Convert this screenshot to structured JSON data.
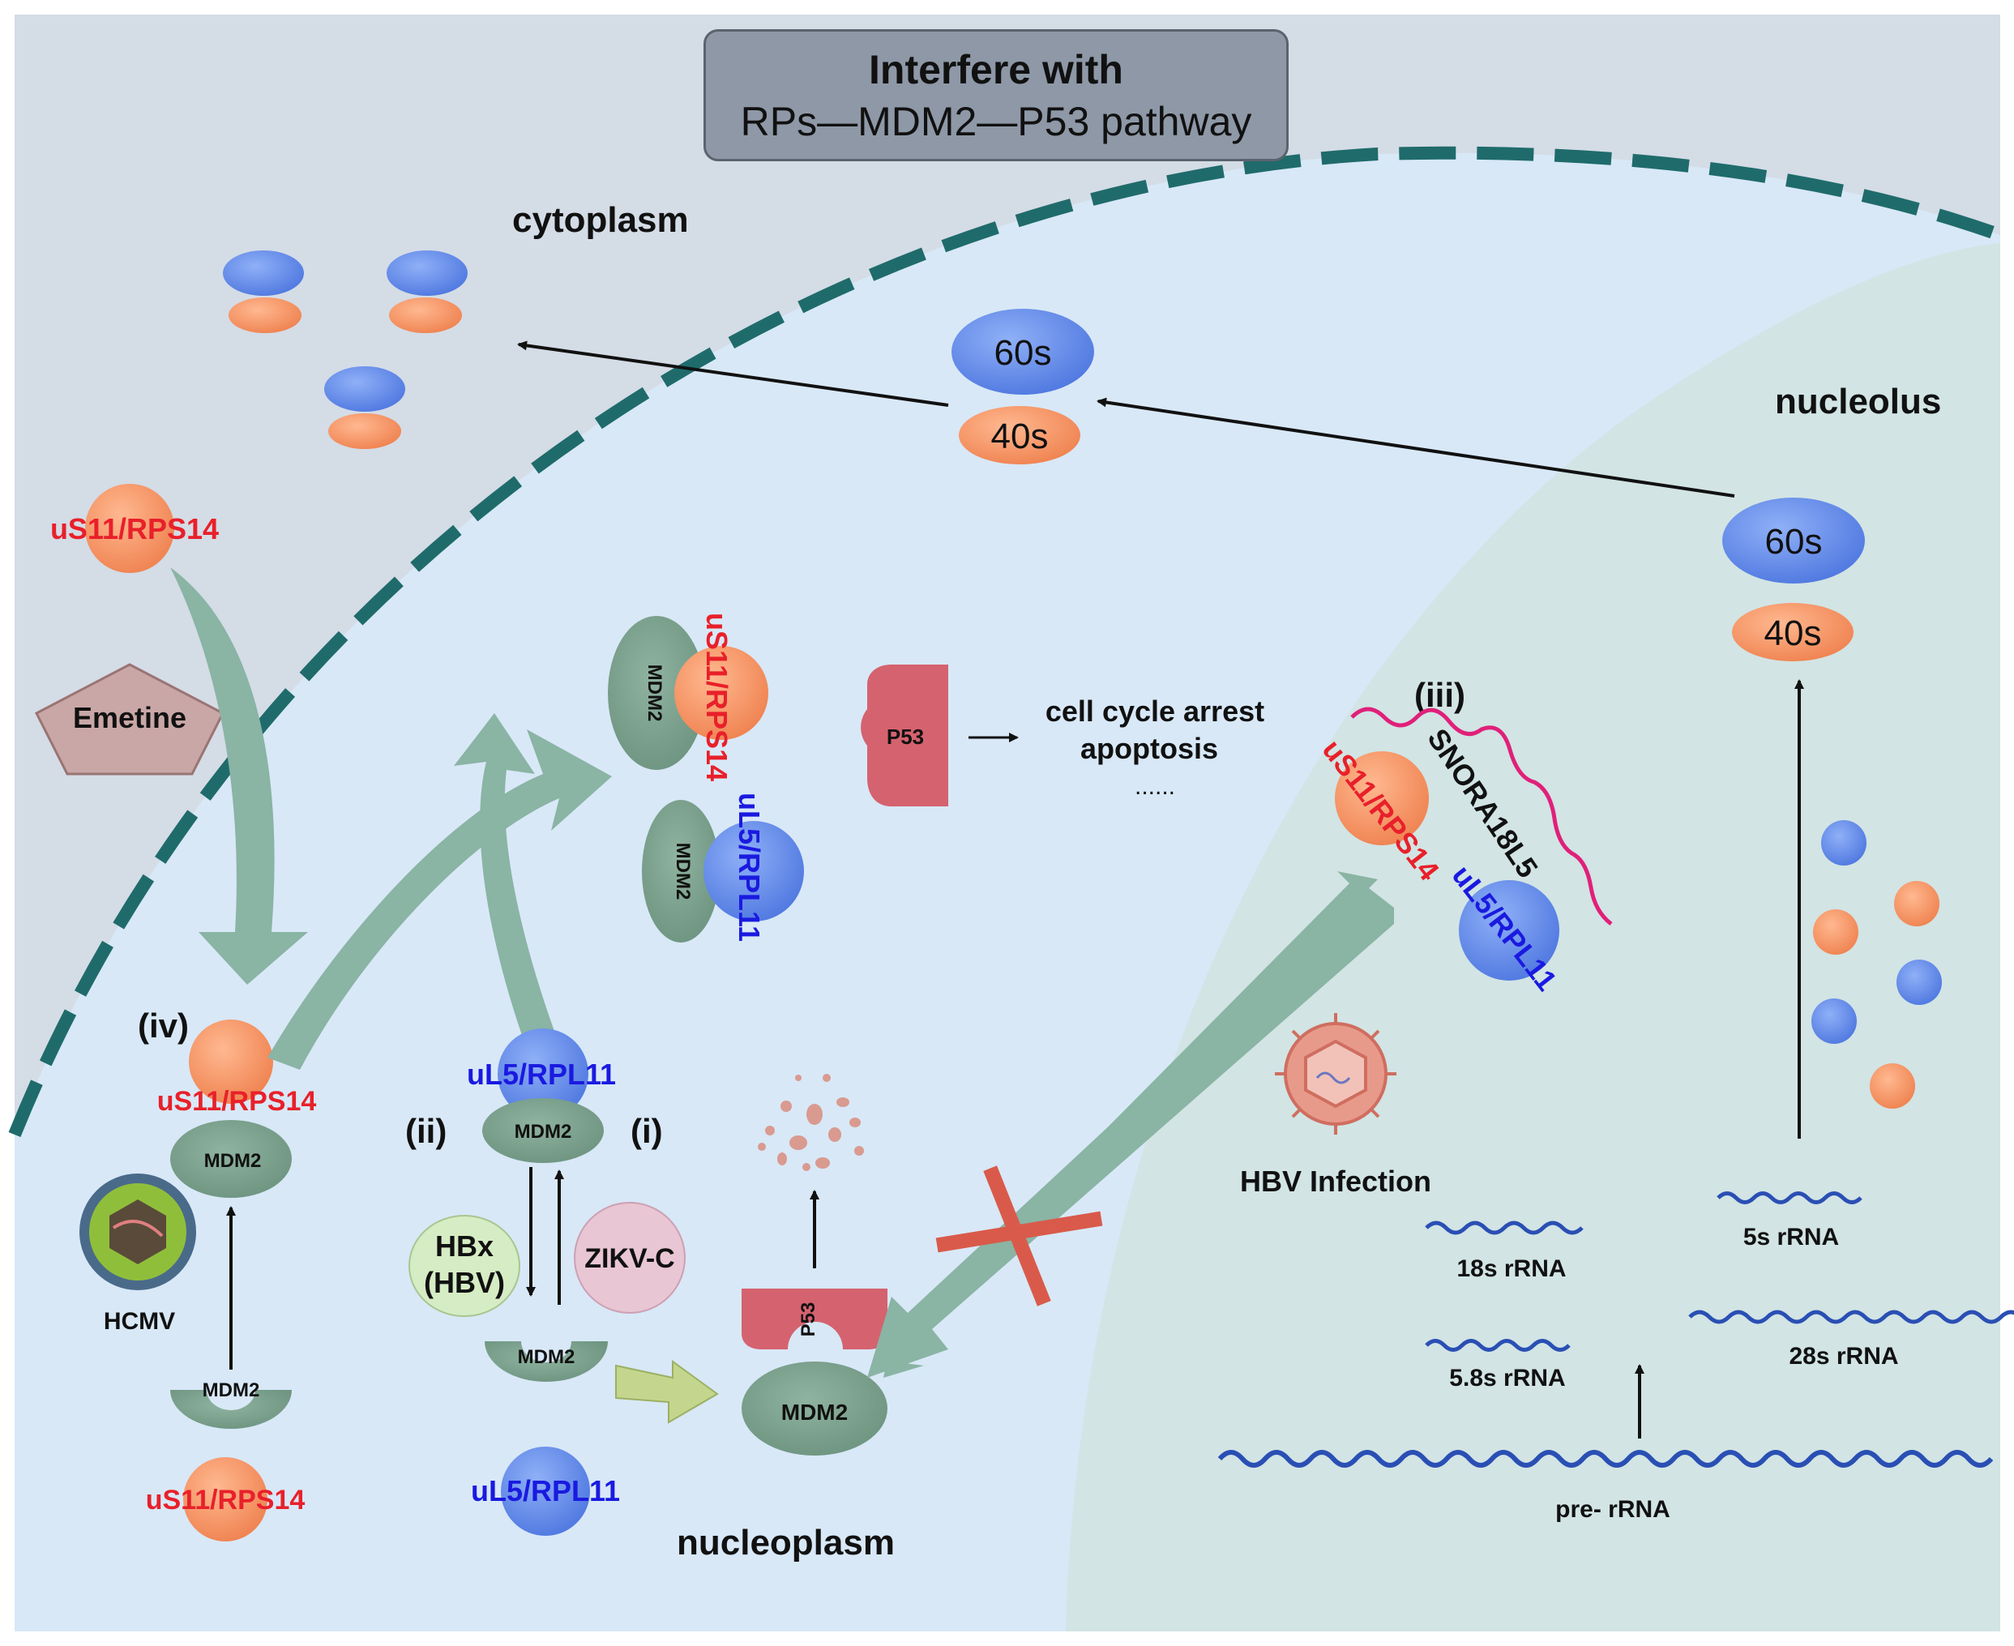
{
  "title": {
    "line1": "Interfere with",
    "line2": "RPs—MDM2—P53 pathway"
  },
  "regions": {
    "cytoplasm": "cytoplasm",
    "nucleolus": "nucleolus",
    "nucleoplasm": "nucleoplasm"
  },
  "ribosome": {
    "large": "60s",
    "small": "40s"
  },
  "proteins": {
    "us11": "uS11/RPS14",
    "ul5": "uL5/RPL11",
    "mdm2": "MDM2",
    "p53": "P53"
  },
  "drugs": {
    "emetine": "Emetine"
  },
  "viruses": {
    "hcmv": "HCMV",
    "hbx": [
      "HBx",
      "(HBV)"
    ],
    "zikv": "ZIKV-C",
    "hbv_infection": "HBV Infection"
  },
  "snorna": "SNORA18L5",
  "outcome": [
    "cell cycle arrest",
    "apoptosis",
    "......"
  ],
  "mechanisms": {
    "i": "(i)",
    "ii": "(ii)",
    "iii": "(iii)",
    "iv": "(iv)"
  },
  "rrna": {
    "r18s": "18s rRNA",
    "r58s": "5.8s rRNA",
    "r5s": "5s rRNA",
    "r28s": "28s rRNA",
    "pre": "pre- rRNA"
  },
  "colors": {
    "nucleoplasm": "#d8e8f7",
    "cytoplasm": "#d4dce6",
    "nucleolus": "#d2e4e4",
    "envelope": "#1f6b6b",
    "blue_subunit": "#6f95ee",
    "orange_subunit": "#f39a6a",
    "mdm2": "#7fa490",
    "p53": "#d5626f",
    "big_arrow": "#8ab4a4",
    "red_label": "#e8202a",
    "blue_label": "#1a1ae0"
  }
}
